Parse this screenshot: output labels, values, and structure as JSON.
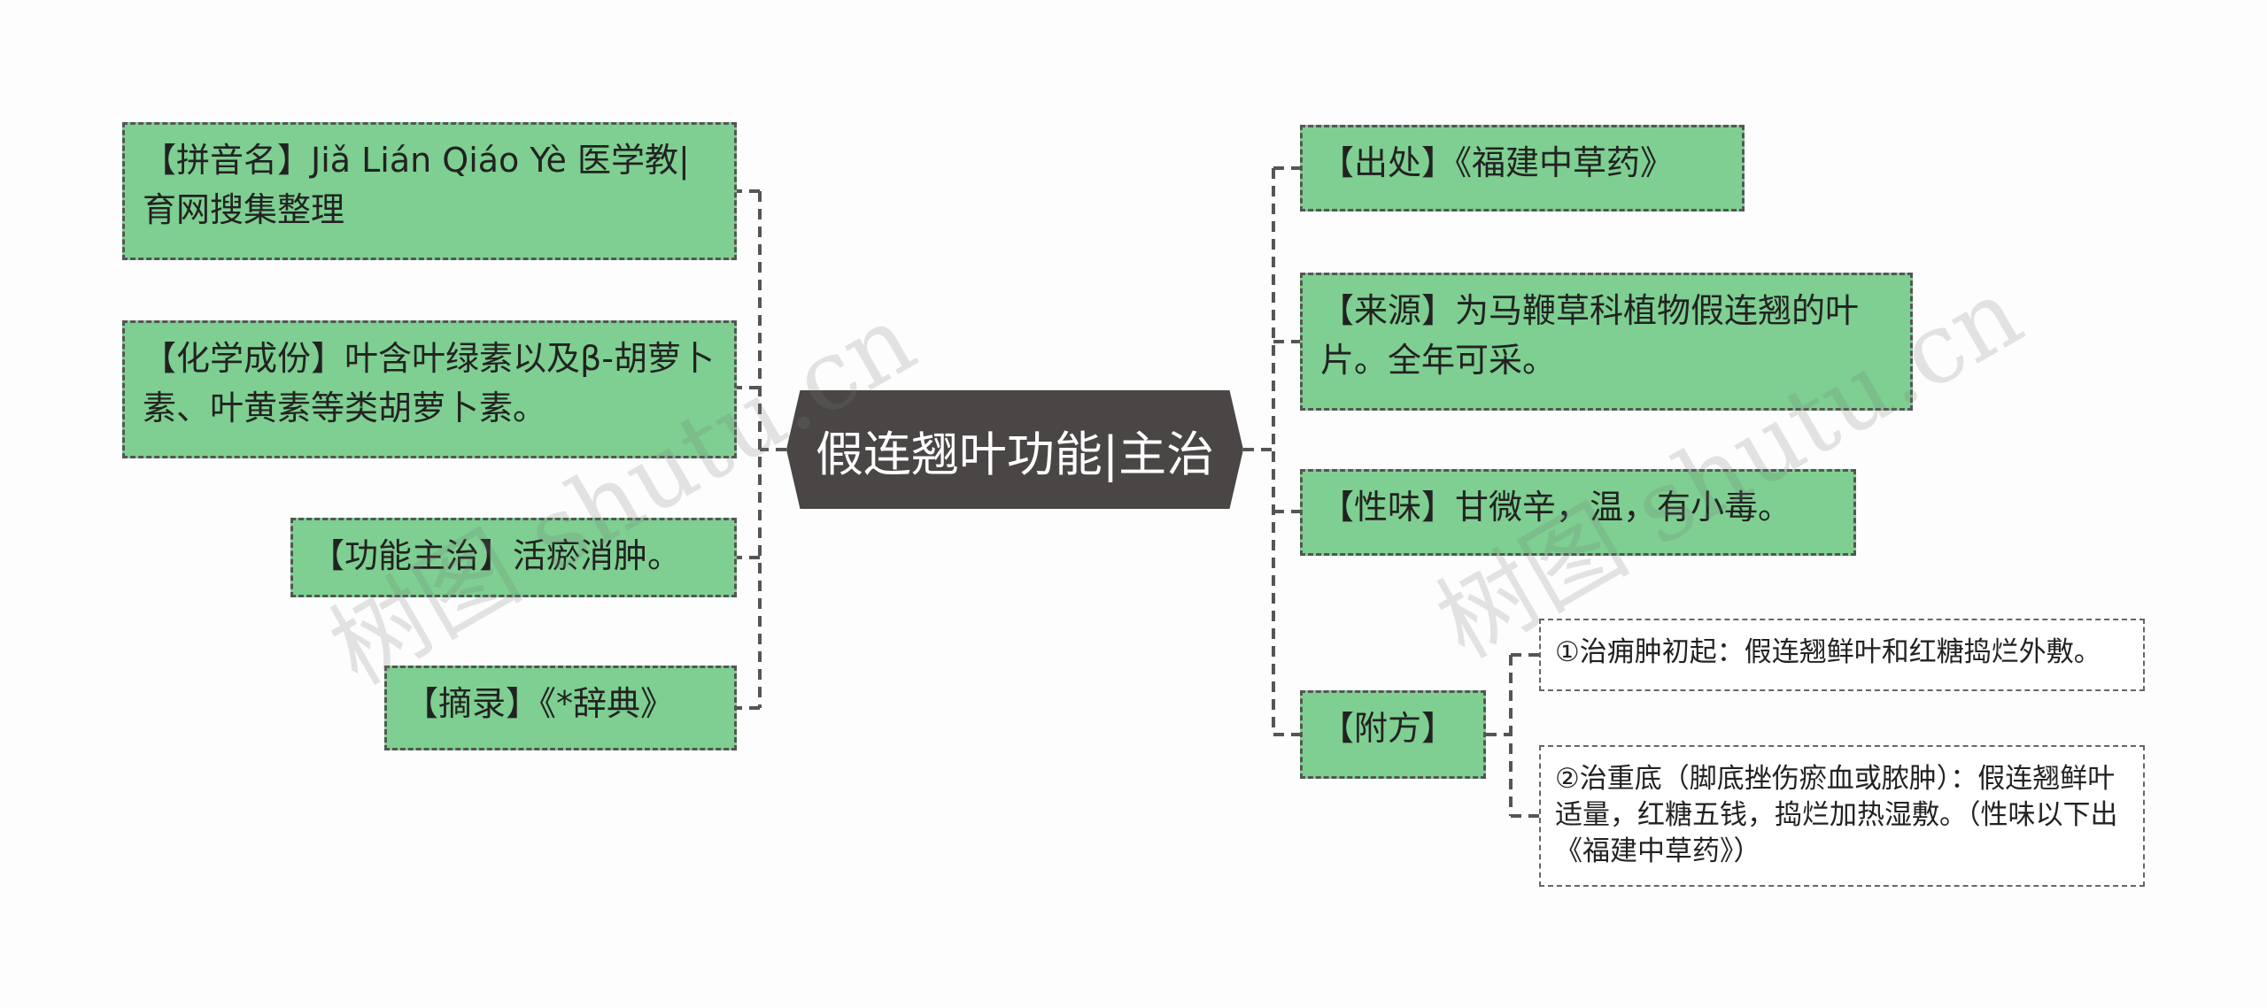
{
  "central": {
    "title": "假连翘叶功能|主治"
  },
  "left_nodes": [
    {
      "text": "【拼音名】Jiǎ Lián Qiáo Yè 医学教|育网搜集整理"
    },
    {
      "text": "【化学成份】叶含叶绿素以及β-胡萝卜素、叶黄素等类胡萝卜素。"
    },
    {
      "text": "【功能主治】活瘀消肿。"
    },
    {
      "text": "【摘录】《*辞典》"
    }
  ],
  "right_nodes": [
    {
      "text": "【出处】《福建中草药》"
    },
    {
      "text": "【来源】为马鞭草科植物假连翘的叶片。全年可采。"
    },
    {
      "text": "【性味】甘微辛，温，有小毒。"
    },
    {
      "text": "【附方】"
    }
  ],
  "fufang_children": [
    {
      "text": "①治痈肿初起：假连翘鲜叶和红糖捣烂外敷。"
    },
    {
      "text": "②治重底（脚底挫伤瘀血或脓肿）：假连翘鲜叶适量，红糖五钱，捣烂加热湿敷。（性味以下出《福建中草药》）"
    }
  ],
  "watermarks": [
    "树图 shutu.cn",
    "树图 shutu.cn"
  ],
  "colors": {
    "node_fill": "#7ecf91",
    "root_fill": "#4a4646",
    "line": "#555555"
  }
}
